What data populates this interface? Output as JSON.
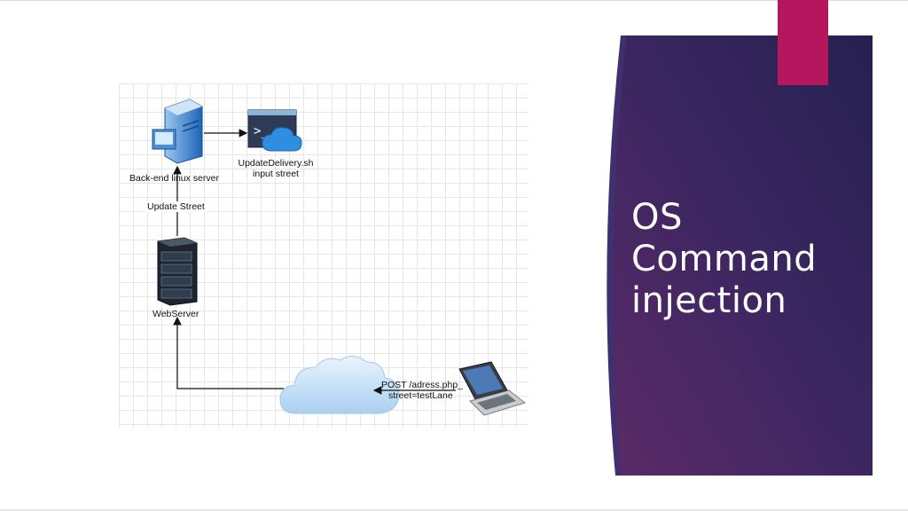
{
  "slide": {
    "title_lines": [
      "OS",
      "Command",
      "injection"
    ]
  },
  "diagram": {
    "backend_label": "Back-end linux server",
    "script_label_line1": "UpdateDelivery.sh",
    "script_label_line2": "input street",
    "update_label": "Update Street",
    "webserver_label": "WebServer",
    "request_line1": "POST /adress.php_",
    "request_line2": "street=testLane"
  },
  "colors": {
    "panel_dark": "#2a2150",
    "panel_light": "#5a2a66",
    "accent_magenta": "#b5175f",
    "panel_edge": "#3f3070"
  }
}
